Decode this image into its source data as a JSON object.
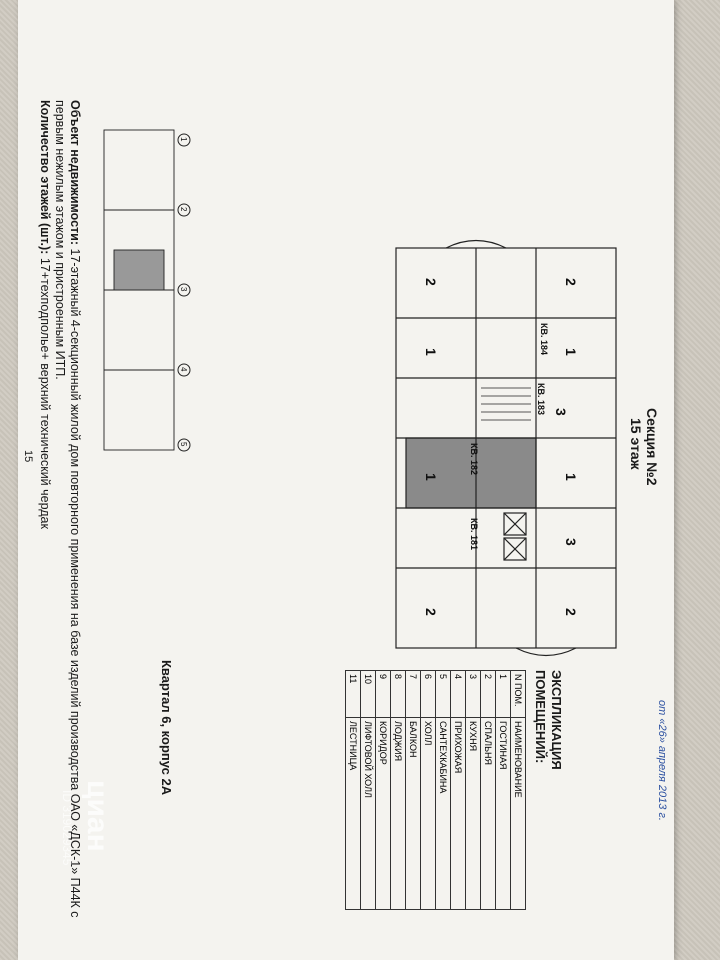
{
  "document": {
    "section_title": "Секция №2",
    "floor_title": "15 этаж",
    "explication_title": "ЭКСПЛИКАЦИЯ",
    "explication_subtitle": "ПОМЕЩЕНИЙ:",
    "table_header": [
      "N ПОМ.",
      "НАИМЕНОВАНИЕ"
    ],
    "rooms": [
      [
        "1",
        "ГОСТИНАЯ"
      ],
      [
        "2",
        "СПАЛЬНЯ"
      ],
      [
        "3",
        "КУХНЯ"
      ],
      [
        "4",
        "ПРИХОЖАЯ"
      ],
      [
        "5",
        "САНТЕХКАБИНА"
      ],
      [
        "6",
        "ХОЛЛ"
      ],
      [
        "7",
        "БАЛКОН"
      ],
      [
        "8",
        "ЛОДЖИЯ"
      ],
      [
        "9",
        "КОРИДОР"
      ],
      [
        "10",
        "ЛИФТОВОЙ ХОЛЛ"
      ],
      [
        "11",
        "ЛЕСТНИЦА"
      ]
    ],
    "block_label": "Квартал 6, корпус 2А",
    "object_label": "Объект недвижимости:",
    "object_text": " 17-этажный 4-секционный жилой дом повторного применения на базе изделий производства ОАО «ДСК-1» П44К с",
    "object_text_2": "первым нежилым этажом и пристроенным ИТП.",
    "floors_label": "Количество этажей (шт.):",
    "floors_text": " 17+техподполье+ верхний технический чердак",
    "page_number": "15",
    "apartments": [
      "КВ. 184",
      "КВ. 183",
      "КВ. 182",
      "КВ. 181"
    ],
    "stamp_text": "от «26» апреля 2013 г.",
    "watermark": "циан",
    "watermark_id": "ID 319029345"
  }
}
